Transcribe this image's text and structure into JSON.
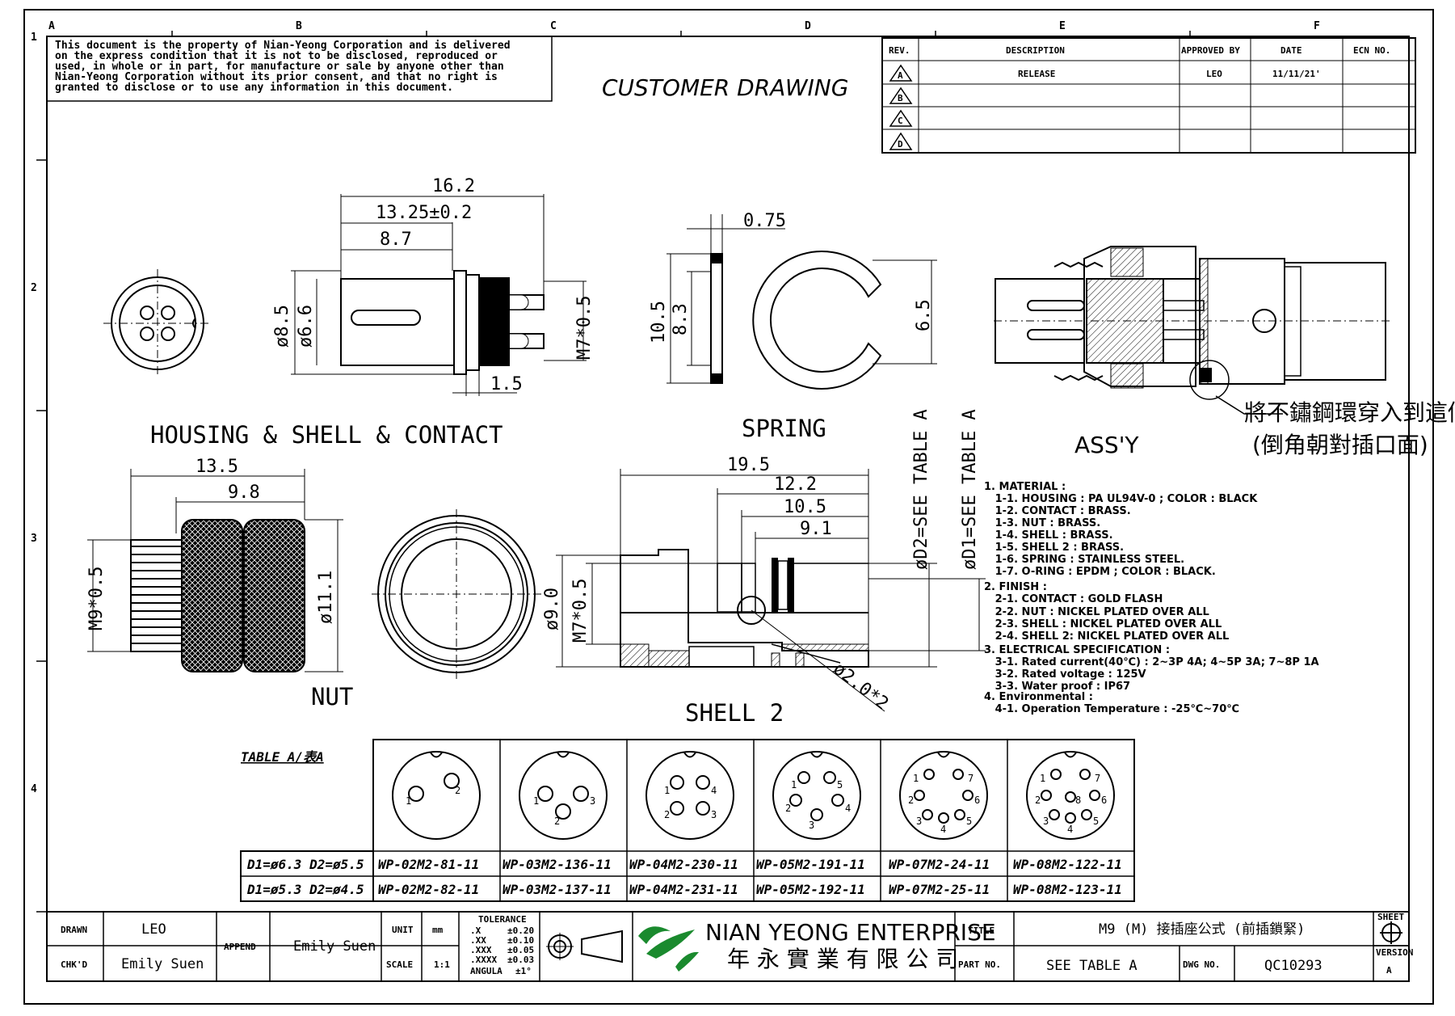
{
  "notice": [
    "This document is the property of Nian-Yeong Corporation and is delivered",
    "on  the  express condition that it is not to be disclosed, reproduced or",
    "used, in whole or in part, for manufacture or sale by anyone other than",
    "Nian-Yeong Corporation without  its prior consent, and that  no right  is",
    "granted to disclose or to use any information in this  document."
  ],
  "drawing_type": "CUSTOMER  DRAWING",
  "grid": {
    "columns": [
      "A",
      "B",
      "C",
      "D",
      "E",
      "F"
    ],
    "rows": [
      "1",
      "2",
      "3",
      "4"
    ]
  },
  "revision_table": {
    "headers": [
      "REV.",
      "DESCRIPTION",
      "APPROVED BY",
      "DATE",
      "ECN NO."
    ],
    "rows": [
      {
        "rev": "A",
        "description": "RELEASE",
        "approved_by": "LEO",
        "date": "11/11/21'",
        "ecn": ""
      },
      {
        "rev": "B",
        "description": "",
        "approved_by": "",
        "date": "",
        "ecn": ""
      },
      {
        "rev": "C",
        "description": "",
        "approved_by": "",
        "date": "",
        "ecn": ""
      },
      {
        "rev": "D",
        "description": "",
        "approved_by": "",
        "date": "",
        "ecn": ""
      }
    ]
  },
  "views": {
    "housing": {
      "caption": "HOUSING & SHELL & CONTACT",
      "dims": [
        "16.2",
        "13.25±0.2",
        "8.7",
        "ø8.5",
        "ø6.6",
        "M7*0.5",
        "1.5"
      ]
    },
    "spring": {
      "caption": "SPRING",
      "dims": [
        "0.75",
        "10.5",
        "8.3",
        "6.5"
      ]
    },
    "assy": {
      "caption": "ASS'Y",
      "note_line1": "將不鏽鋼環穿入到這個位置",
      "note_line2": "(倒角朝對插口面)"
    },
    "nut": {
      "caption": "NUT",
      "dims": [
        "13.5",
        "9.8",
        "M9*0.5",
        "ø11.1"
      ]
    },
    "shell2": {
      "caption": "SHELL  2",
      "dims": [
        "19.5",
        "12.2",
        "10.5",
        "9.1",
        "ø9.0",
        "M7*0.5",
        "ø2.0*2",
        "øD2=SEE TABLE A",
        "øD1=SEE TABLE A"
      ]
    }
  },
  "notes": [
    "1. MATERIAL :",
    "   1-1. HOUSING : PA UL94V-0 ; COLOR : BLACK",
    "   1-2. CONTACT : BRASS.",
    "   1-3. NUT : BRASS.",
    "   1-4. SHELL : BRASS.",
    "   1-5. SHELL 2 : BRASS.",
    "   1-6. SPRING : STAINLESS STEEL.",
    "   1-7. O-RING : EPDM ; COLOR : BLACK.",
    "2. FINISH :",
    "   2-1. CONTACT : GOLD FLASH",
    "   2-2. NUT : NICKEL PLATED OVER ALL",
    "   2-3. SHELL : NICKEL PLATED OVER ALL",
    "   2-4. SHELL 2: NICKEL PLATED OVER ALL",
    "3. ELECTRICAL SPECIFICATION :",
    "   3-1. Rated current(40℃) : 2~3P 4A; 4~5P 3A; 7~8P 1A",
    "   3-2. Rated voltage : 125V",
    "   3-3. Water proof : IP67",
    "4. Environmental :",
    "   4-1. Operation Temperature : -25℃~70℃"
  ],
  "table_a": {
    "label": "TABLE A/表A",
    "rows": [
      {
        "label": "D1=ø6.3 D2=ø5.5",
        "parts": [
          "WP-02M2-81-11",
          "WP-03M2-136-11",
          "WP-04M2-230-11",
          "WP-05M2-191-11",
          "WP-07M2-24-11",
          "WP-08M2-122-11"
        ]
      },
      {
        "label": "D1=ø5.3 D2=ø4.5",
        "parts": [
          "WP-02M2-82-11",
          "WP-03M2-137-11",
          "WP-04M2-231-11",
          "WP-05M2-192-11",
          "WP-07M2-25-11",
          "WP-08M2-123-11"
        ]
      }
    ]
  },
  "title_block": {
    "drawn_label": "DRAWN",
    "drawn": "LEO",
    "chkd_label": "CHK'D",
    "chkd": "Emily Suen",
    "append_label": "APPEND",
    "append": "Emily Suen",
    "unit_label": "UNIT",
    "unit": "mm",
    "scale_label": "SCALE",
    "scale": "1:1",
    "tolerance_label": "TOLERANCE",
    "tolerances": [
      {
        "k": ".X",
        "v": "±0.20"
      },
      {
        "k": ".XX",
        "v": "±0.10"
      },
      {
        "k": ".XXX",
        "v": "±0.05"
      },
      {
        "k": ".XXXX",
        "v": "±0.03"
      },
      {
        "k": "ANGULA",
        "v": "±1°"
      }
    ],
    "company_en": "NIAN YEONG ENTERPRISE",
    "company_zh": "年 永 實 業 有 限 公 司",
    "title_label": "TITLE",
    "title": "M9 (M) 接插座公式 (前插鎖緊)",
    "part_no_label": "PART NO.",
    "part_no": "SEE TABLE A",
    "dwg_no_label": "DWG NO.",
    "dwg_no": "QC10293",
    "sheet_label": "SHEET",
    "version_label": "VERSION",
    "version": "A"
  },
  "colors": {
    "ink": "#000000",
    "paper": "#ffffff",
    "logo_green": "#1a8a2e"
  }
}
